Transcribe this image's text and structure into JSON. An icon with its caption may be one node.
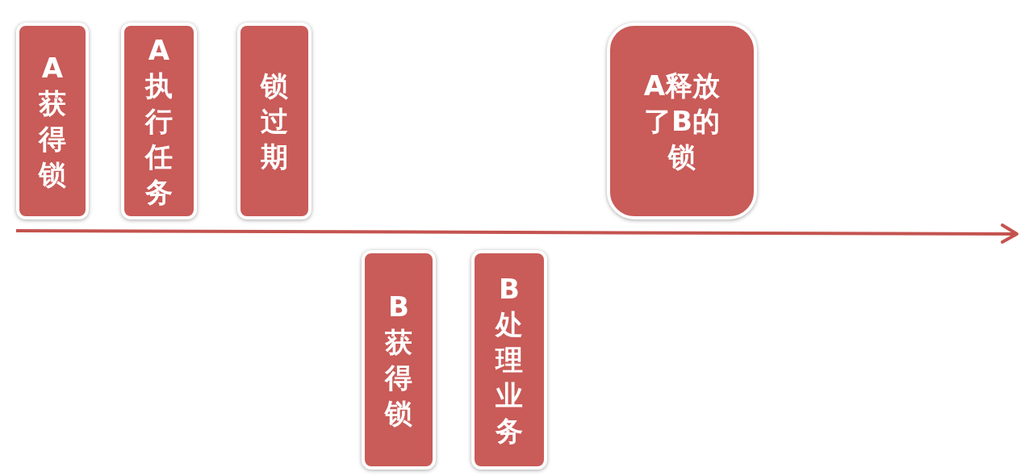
{
  "diagram": {
    "nodes": [
      {
        "text": [
          "A获得锁"
        ]
      },
      {
        "text": [
          "A执行任务"
        ]
      },
      {
        "text": [
          "锁过期"
        ]
      },
      {
        "text": [
          "B获得锁"
        ]
      },
      {
        "text": [
          "B处理业务"
        ]
      },
      {
        "text": [
          "A释放了B的锁"
        ]
      }
    ]
  }
}
